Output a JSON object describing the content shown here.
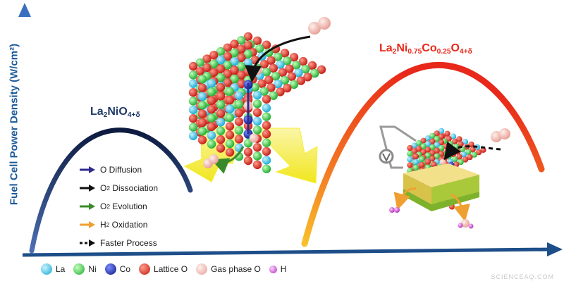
{
  "y_axis_label": "Fuel Cell Power Density (W/cm²)",
  "formula_left": {
    "main": "La",
    "s1": "2",
    "m2": "NiO",
    "s2": "4+δ"
  },
  "formula_right": {
    "main": "La",
    "s1": "2",
    "m2": "Ni",
    "s2": "0.75",
    "m3": "Co",
    "s3": "0.25",
    "m4": "O",
    "s4": "4+δ"
  },
  "process_legend": [
    {
      "label_a": "O Diffusion",
      "sub": "",
      "label_b": "",
      "color": "#2f2b8f",
      "style": "solid"
    },
    {
      "label_a": "O",
      "sub": "2",
      "label_b": " Dissociation",
      "color": "#111111",
      "style": "solid"
    },
    {
      "label_a": "O",
      "sub": "2",
      "label_b": " Evolution",
      "color": "#3b8a2a",
      "style": "solid"
    },
    {
      "label_a": "H",
      "sub": "2",
      "label_b": " Oxidation",
      "color": "#f0a030",
      "style": "solid"
    },
    {
      "label_a": "Faster Process",
      "sub": "",
      "label_b": "",
      "color": "#111111",
      "style": "dashed"
    }
  ],
  "atom_legend": [
    {
      "label": "La",
      "color": "#27c3e8"
    },
    {
      "label": "Ni",
      "color": "#2fcf3a"
    },
    {
      "label": "Co",
      "color": "#1226b0"
    },
    {
      "label": "Lattice O",
      "color": "#e02a1e"
    },
    {
      "label": "Gas phase O",
      "color": "#efb0a8"
    },
    {
      "label": "H",
      "color": "#d85ad8"
    }
  ],
  "watermark": "SCIENCEAQ.COM",
  "colors": {
    "axis": "#1d4e89",
    "left_curve": "#0f1f47",
    "right_curve_start": "#f6b21e",
    "right_curve_end": "#e8281a",
    "yellow_arrow": "#f4ee30"
  }
}
